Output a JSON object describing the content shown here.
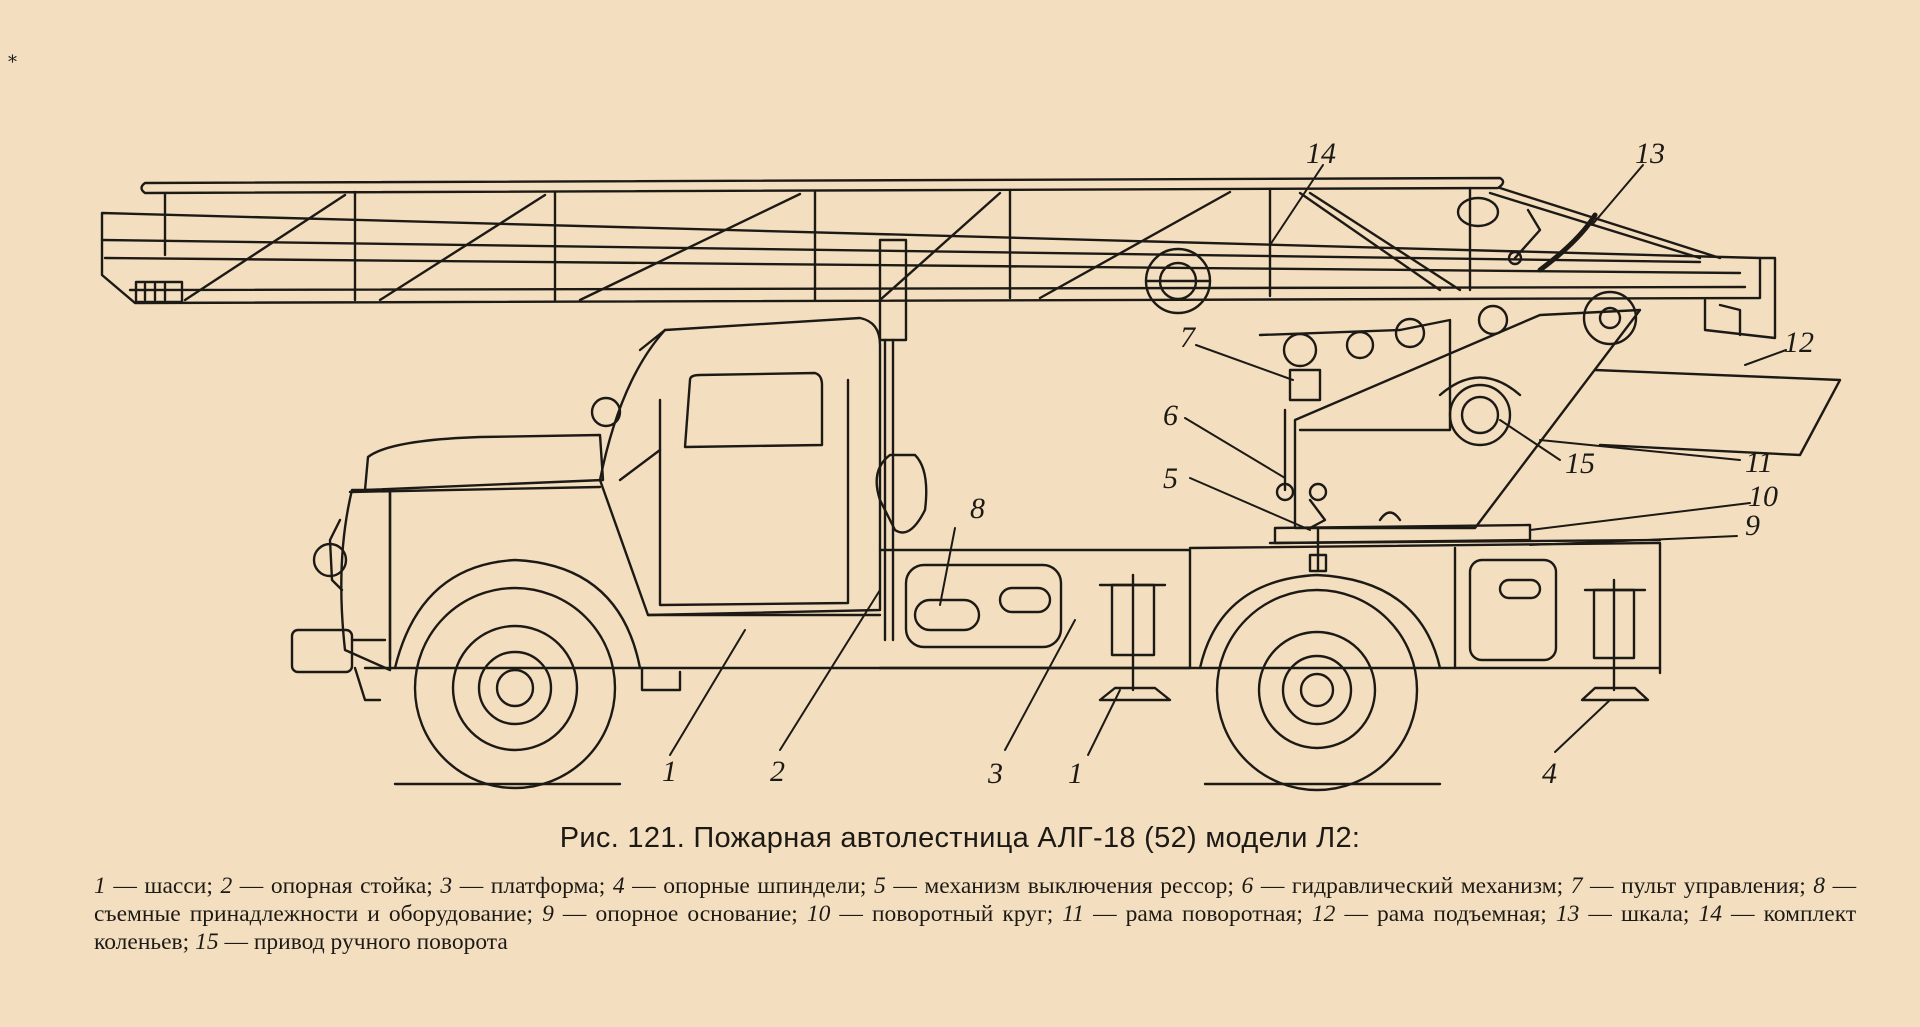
{
  "corner_mark": "*",
  "caption": "Рис. 121. Пожарная автолестница АЛГ-18 (52) модели Л2:",
  "legend": [
    {
      "num": "1",
      "text": "шасси"
    },
    {
      "num": "2",
      "text": "опорная стойка"
    },
    {
      "num": "3",
      "text": "платформа"
    },
    {
      "num": "4",
      "text": "опорные шпиндели"
    },
    {
      "num": "5",
      "text": "механизм выключения рессор"
    },
    {
      "num": "6",
      "text": "гидравлический механизм"
    },
    {
      "num": "7",
      "text": "пульт управления"
    },
    {
      "num": "8",
      "text": "съемные принадлежности и оборудование"
    },
    {
      "num": "9",
      "text": "опорное основание"
    },
    {
      "num": "10",
      "text": "поворотный круг"
    },
    {
      "num": "11",
      "text": "рама поворотная"
    },
    {
      "num": "12",
      "text": "рама подъемная"
    },
    {
      "num": "13",
      "text": "шкала"
    },
    {
      "num": "14",
      "text": "комплект коленьев"
    },
    {
      "num": "15",
      "text": "привод ручного поворота"
    }
  ],
  "callouts": [
    "1",
    "2",
    "3",
    "1",
    "4",
    "5",
    "6",
    "7",
    "8",
    "9",
    "10",
    "11",
    "12",
    "13",
    "14",
    "15"
  ]
}
